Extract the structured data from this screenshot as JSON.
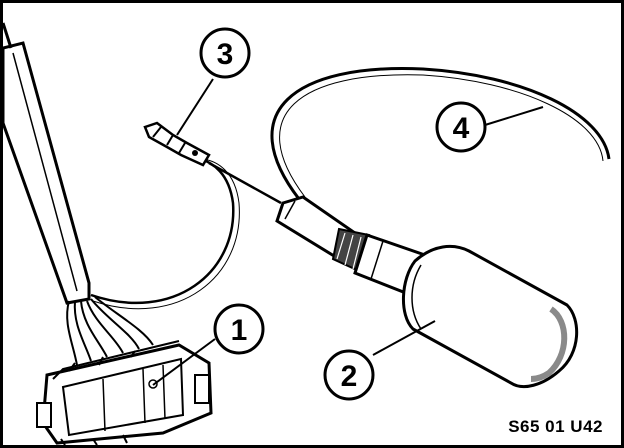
{
  "callouts": [
    {
      "id": "1",
      "label": "1"
    },
    {
      "id": "2",
      "label": "2"
    },
    {
      "id": "3",
      "label": "3"
    },
    {
      "id": "4",
      "label": "4"
    }
  ],
  "reference_code": "S65 01 U42",
  "colors": {
    "ink": "#000000",
    "paper": "#ffffff",
    "shade": "#8a8a8a"
  }
}
